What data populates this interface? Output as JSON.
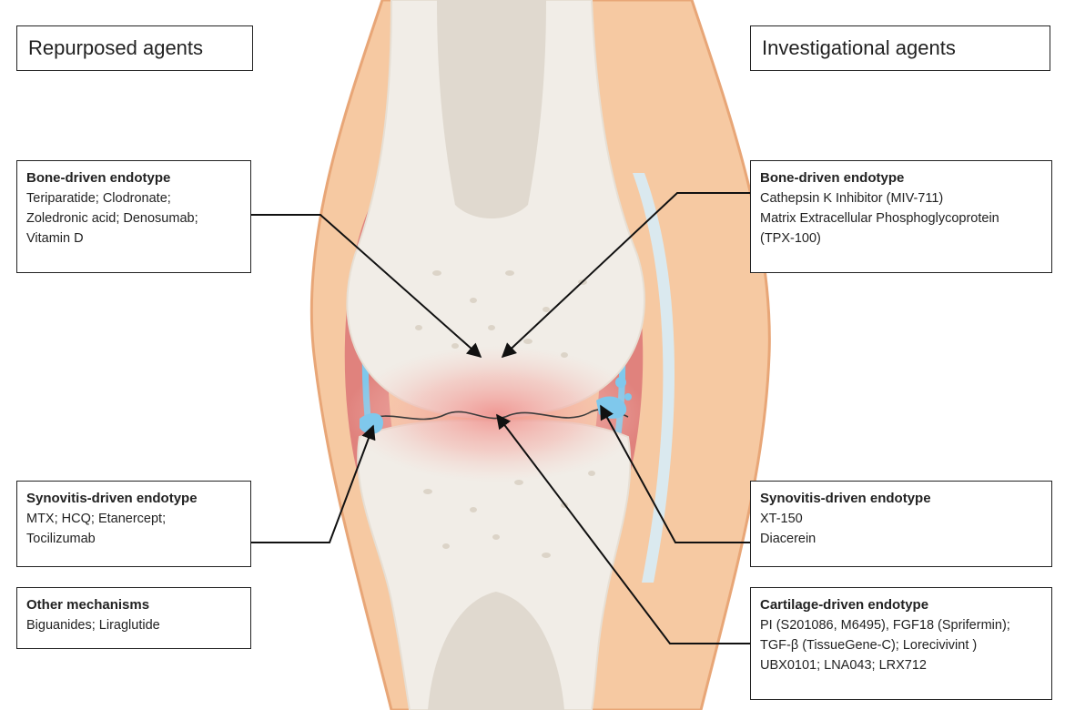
{
  "headers": {
    "left": "Repurposed agents",
    "right": "Investigational agents"
  },
  "left_boxes": [
    {
      "title": "Bone-driven endotype",
      "lines": [
        "Teriparatide; Clodronate;",
        "Zoledronic acid; Denosumab;",
        "Vitamin D"
      ]
    },
    {
      "title": "Synovitis-driven endotype",
      "lines": [
        "MTX; HCQ; Etanercept;",
        "Tocilizumab"
      ]
    },
    {
      "title": "Other mechanisms",
      "lines": [
        "Biguanides; Liraglutide"
      ]
    }
  ],
  "right_boxes": [
    {
      "title": "Bone-driven endotype",
      "lines": [
        "Cathepsin K Inhibitor (MIV-711)",
        "Matrix Extracellular Phosphoglycoprotein",
        "(TPX-100)"
      ]
    },
    {
      "title": "Synovitis-driven endotype",
      "lines": [
        "XT-150",
        "Diacerein"
      ]
    },
    {
      "title": "Cartilage-driven endotype",
      "lines": [
        "PI (S201086, M6495), FGF18 (Sprifermin);",
        "TGF-β (TissueGene-C); Lorecivivint )",
        "UBX0101; LNA043; LRX712"
      ]
    }
  ],
  "colors": {
    "skin": "#f6c9a2",
    "skin_edge": "#e8a677",
    "bone": "#f1ede7",
    "marrow": "#e0d9cf",
    "synovium": "#e0827d",
    "synovial_fluid": "#7fc8ec",
    "cartilage_glow": "#f2b3ac",
    "arrow": "#111111"
  }
}
